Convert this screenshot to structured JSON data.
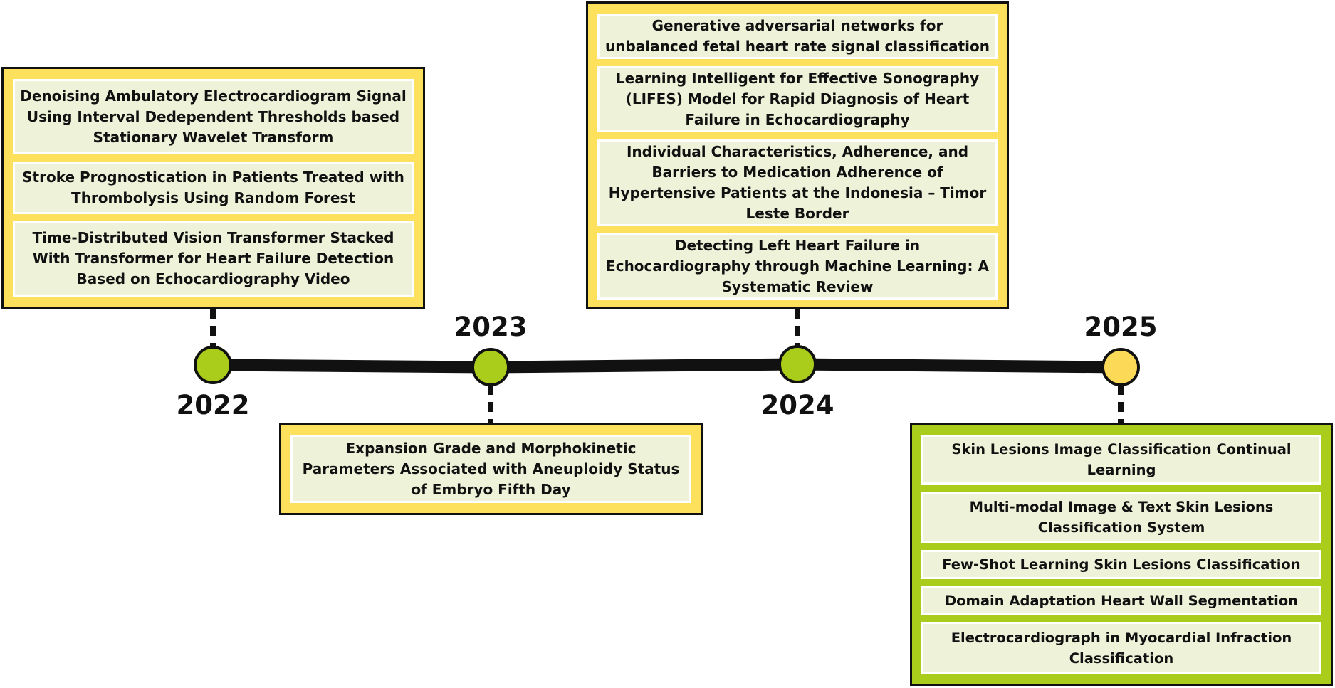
{
  "colors": {
    "line": "#111111",
    "node_green": "#aacc1a",
    "node_yellow": "#fdd958",
    "box_yellow": "#fde15d",
    "box_green": "#aacc1a",
    "paper_bg": "#eef2d9"
  },
  "timeline": {
    "years": [
      {
        "label": "2022",
        "node_color": "green"
      },
      {
        "label": "2023",
        "node_color": "green"
      },
      {
        "label": "2024",
        "node_color": "green"
      },
      {
        "label": "2025",
        "node_color": "yellow"
      }
    ],
    "groups": [
      {
        "year": "2022",
        "color": "yellow",
        "papers": [
          "Denoising Ambulatory Electrocardiogram Signal Using Interval Dedependent Thresholds based Stationary Wavelet Transform",
          "Stroke Prognostication in Patients Treated with Thrombolysis Using Random Forest",
          "Time-Distributed Vision Transformer Stacked With Transformer for Heart Failure Detection Based on Echocardiography Video"
        ]
      },
      {
        "year": "2023",
        "color": "yellow",
        "papers": [
          "Expansion Grade and Morphokinetic Parameters Associated with Aneuploidy Status of Embryo Fifth Day"
        ]
      },
      {
        "year": "2024",
        "color": "yellow",
        "papers": [
          "Generative adversarial networks for unbalanced fetal heart rate signal classification",
          "Learning Intelligent for Effective Sonography (LIFES) Model for Rapid Diagnosis of Heart Failure in Echocardiography",
          "Individual Characteristics, Adherence, and Barriers to Medication Adherence of Hypertensive Patients at the Indonesia – Timor Leste Border",
          "Detecting Left Heart Failure in Echocardiography through Machine Learning: A Systematic Review"
        ]
      },
      {
        "year": "2025",
        "color": "green",
        "papers": [
          "Skin Lesions Image Classification Continual Learning",
          "Multi-modal Image & Text Skin Lesions Classification System",
          "Few-Shot Learning Skin Lesions Classification",
          "Domain Adaptation Heart Wall Segmentation",
          "Electrocardiograph in Myocardial Infraction Classification"
        ]
      }
    ]
  }
}
